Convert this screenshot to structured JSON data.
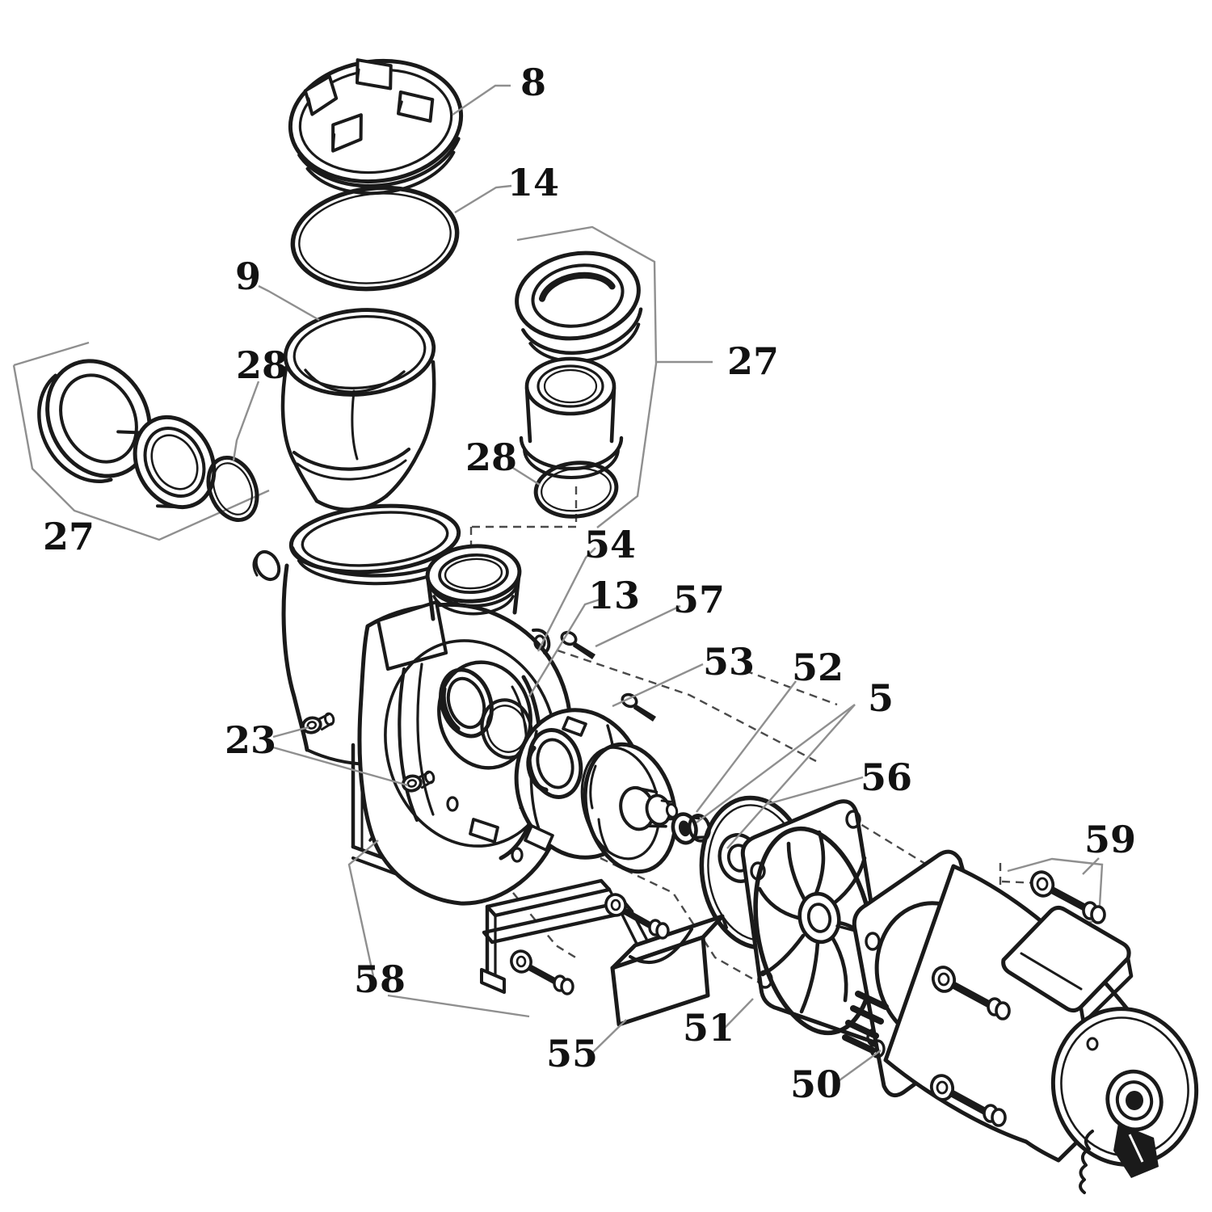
{
  "diagram": {
    "type": "exploded-parts-diagram",
    "subject": "pool pump assembly",
    "colors": {
      "background": "#ffffff",
      "line": "#1a1a1a",
      "leader": "#8f8f8f",
      "dashed": "#4a4a4a",
      "label_text": "#121212"
    },
    "parts": {
      "lid": "8",
      "lid_oring": "14",
      "strainer_basket": "9",
      "union_left": "27",
      "union_right": "27",
      "oring_left": "28",
      "oring_right": "28",
      "pump_housing": "54",
      "housing_oring": "13",
      "screws": "57",
      "diffuser": "53",
      "impeller": "52",
      "shaft_seal": "5",
      "seal_plate_oring": "56",
      "drain_plugs": "23",
      "mounting_hardware": "58",
      "base_bracket": "55",
      "seal_plate": "51",
      "motor": "50",
      "motor_bolts": "59"
    }
  }
}
